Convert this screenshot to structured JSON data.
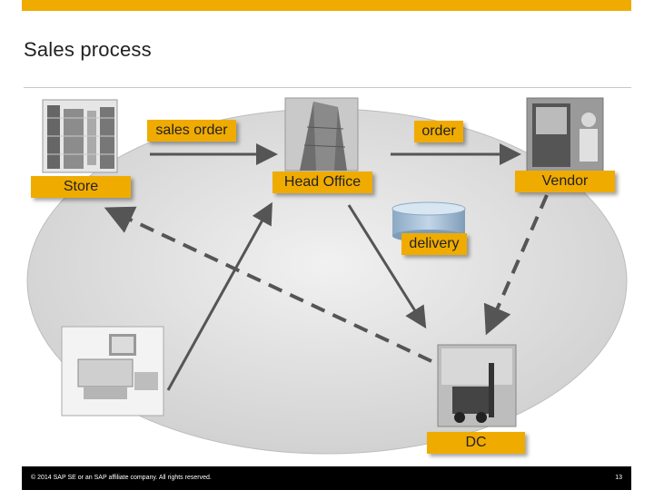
{
  "slide": {
    "title": "Sales process",
    "labels": {
      "sales_order": "sales order",
      "order": "order",
      "store": "Store",
      "head_office": "Head Office",
      "vendor": "Vendor",
      "delivery": "delivery",
      "dc": "DC"
    },
    "footer": {
      "copyright": "© 2014 SAP SE or an SAP affiliate company. All rights reserved.",
      "page": "13"
    }
  },
  "colors": {
    "accent": "#f0ab00",
    "footer_bg": "#000000",
    "ellipse": "#d6d6d6",
    "arrows": "#555555"
  },
  "icons": [
    "store-photo",
    "head-office-building-photo",
    "vendor-truck-driver-photo",
    "database-cylinder-icon",
    "pos-register-photo",
    "dc-forklift-photo"
  ]
}
